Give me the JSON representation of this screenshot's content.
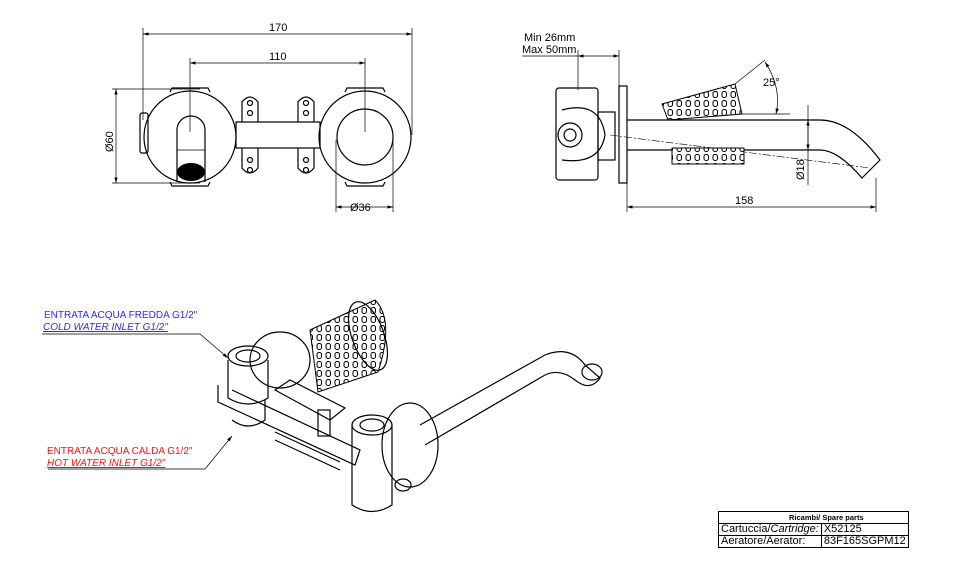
{
  "front_view": {
    "dim_overall": "170",
    "dim_centers": "110",
    "dim_body_diameter": "Ø60",
    "dim_outlet_diameter": "Ø36"
  },
  "side_view": {
    "wall_min": "Min 26mm",
    "wall_max": "Max 50mm",
    "angle": "25°",
    "dim_spout_diameter": "Ø18",
    "dim_spout_length": "158"
  },
  "labels": {
    "cold_it": "ENTRATA ACQUA FREDDA G1/2\"",
    "cold_en": "COLD WATER INLET G1/2\"",
    "hot_it": "ENTRATA ACQUA CALDA G1/2\"",
    "hot_en": "HOT WATER INLET G1/2\"",
    "cold_color": "#2a2aff",
    "hot_color": "#ff1010"
  },
  "spare_parts": {
    "title": "Ricambi/ Spare parts",
    "rows": [
      {
        "label_it": "Cartuccia/",
        "label_en": "Cartridge:",
        "value": "X52125"
      },
      {
        "label_it": "Aeratore/Aerator:",
        "label_en": "",
        "value": "83F165SGPM12"
      }
    ]
  }
}
